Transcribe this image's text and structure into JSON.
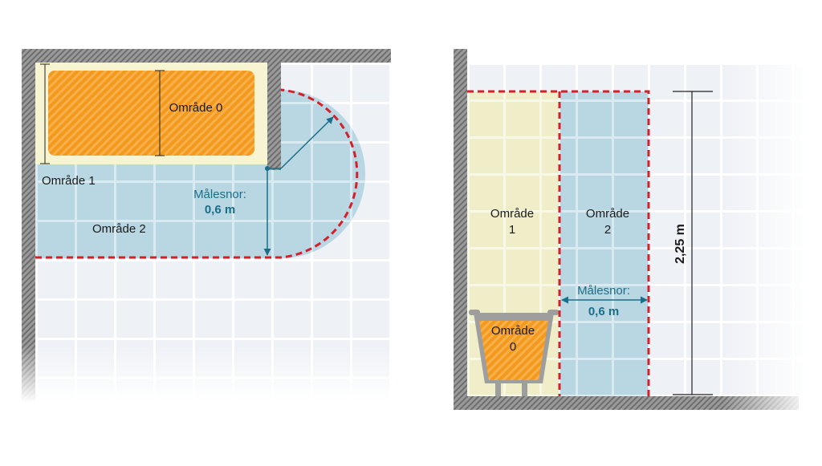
{
  "left_diagram": {
    "zone0_label": "Område 0",
    "zone1_label": "Område 1",
    "zone2_label": "Område 2",
    "measure_label": "Målesnor:",
    "measure_value": "0,6 m"
  },
  "right_diagram": {
    "zone1_label_line1": "Område",
    "zone1_label_line2": "1",
    "zone2_label_line1": "Område",
    "zone2_label_line2": "2",
    "zone0_label_line1": "Område",
    "zone0_label_line2": "0",
    "measure_label": "Målesnor:",
    "measure_value": "0,6 m",
    "height_label": "2,25 m"
  },
  "colors": {
    "zone0_orange": "#f39a1e",
    "zone1_cream": "#efeec8",
    "zone2_blue": "#b9d6e3",
    "dashed_red": "#d4202a",
    "measure_teal": "#1a6e87",
    "wall_gray": "#8f8f8f"
  }
}
